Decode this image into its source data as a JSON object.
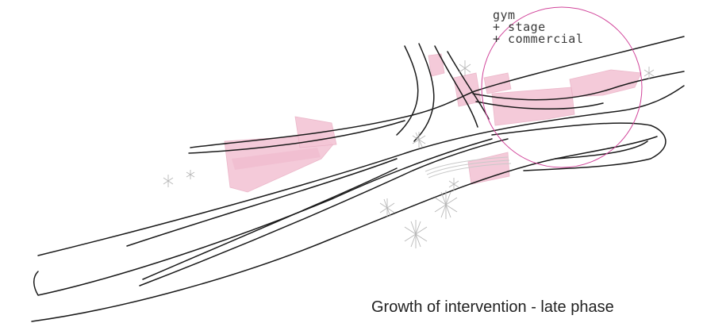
{
  "program_label": {
    "line1": "gym",
    "line2": "+ stage",
    "line3": "+ commercial"
  },
  "caption": "Growth of intervention - late phase",
  "colors": {
    "roads": "#1a1a1a",
    "buildings": "#f4c6d6",
    "focus_circle": "#d1449a",
    "trees": "#b8b8b8"
  }
}
